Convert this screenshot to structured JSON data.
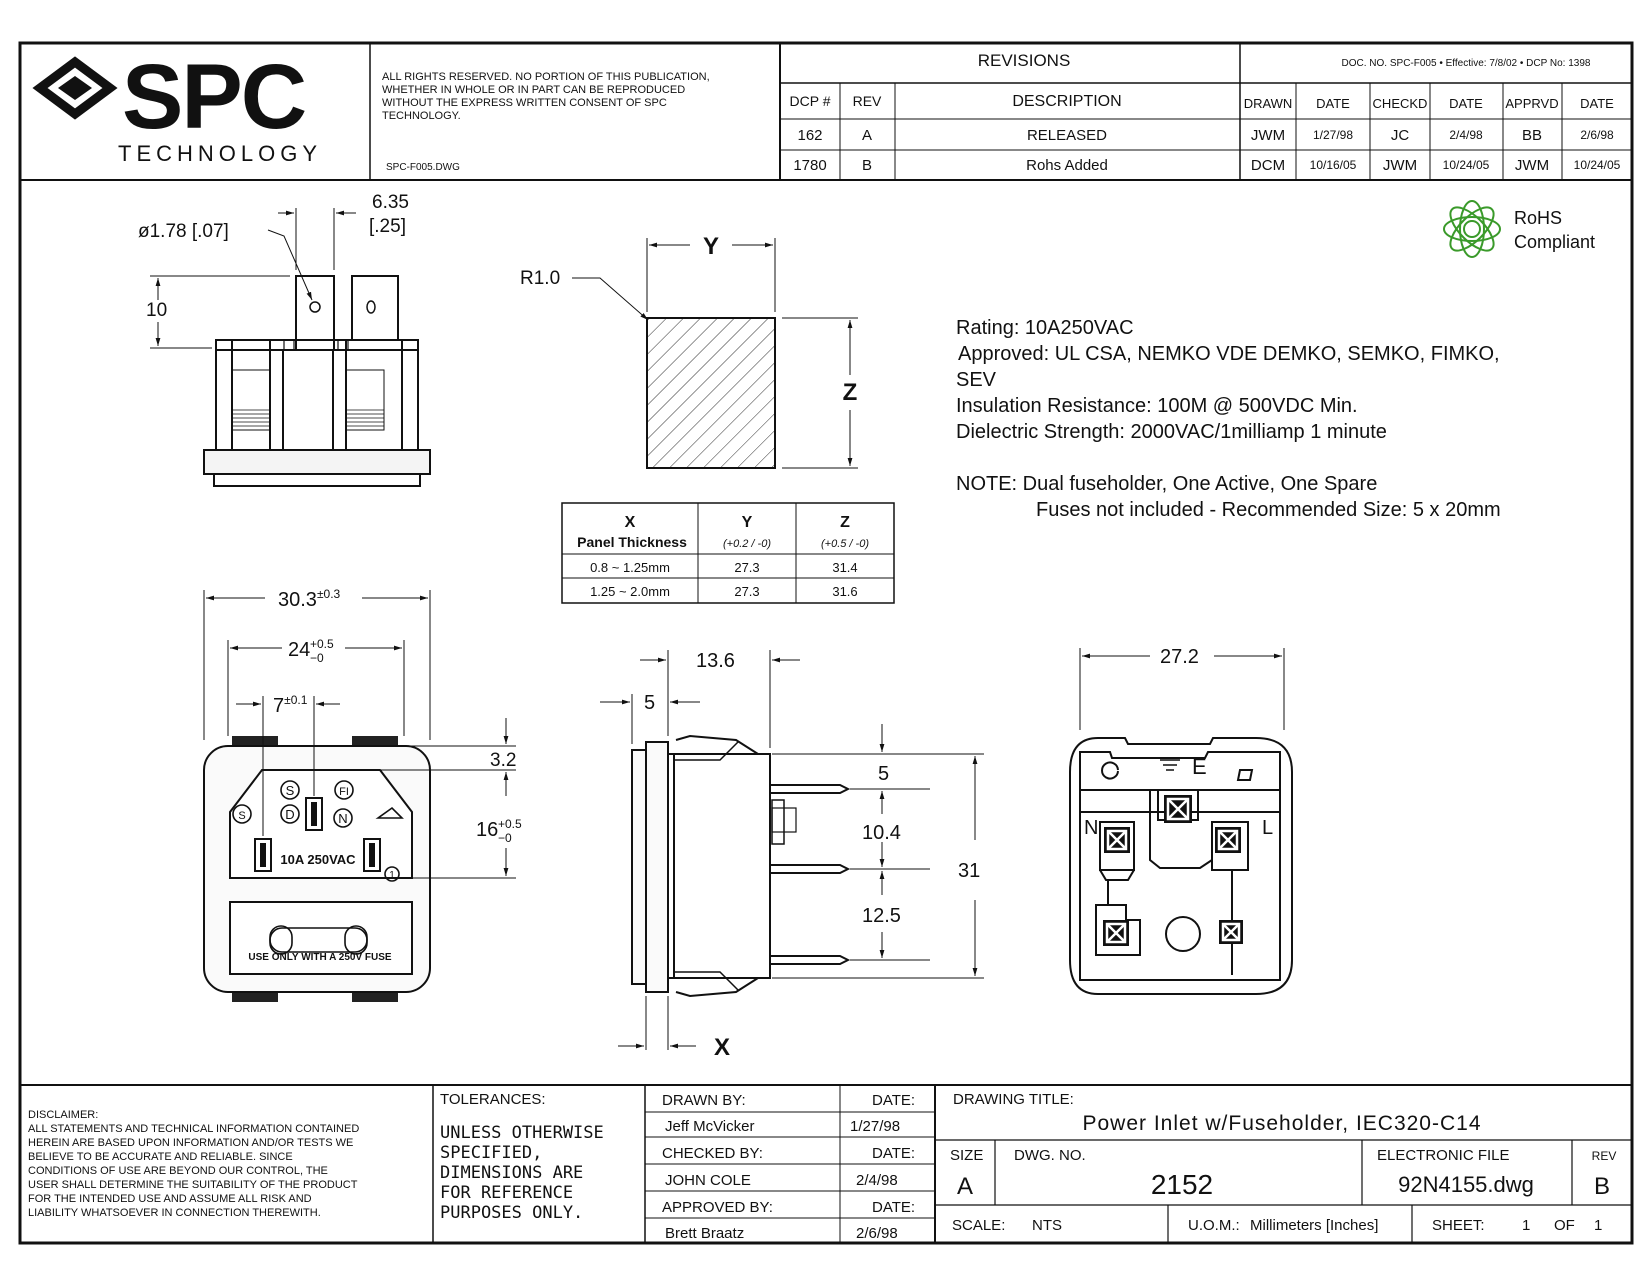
{
  "company": {
    "logo_text": "SPC",
    "logo_sub": "TECHNOLOGY"
  },
  "rights_notice": [
    "ALL RIGHTS RESERVED. NO PORTION OF THIS PUBLICATION,",
    "WHETHER IN WHOLE OR IN PART CAN BE REPRODUCED",
    "WITHOUT THE EXPRESS WRITTEN CONSENT OF SPC",
    "TECHNOLOGY."
  ],
  "source_file": "SPC-F005.DWG",
  "revisions": {
    "title": "REVISIONS",
    "doc_info": "DOC. NO. SPC-F005  •  Effective: 7/8/02  •  DCP No: 1398",
    "headers": [
      "DCP #",
      "REV",
      "DESCRIPTION",
      "DRAWN",
      "DATE",
      "CHECKD",
      "DATE",
      "APPRVD",
      "DATE"
    ],
    "rows": [
      [
        "162",
        "A",
        "RELEASED",
        "JWM",
        "1/27/98",
        "JC",
        "2/4/98",
        "BB",
        "2/6/98"
      ],
      [
        "1780",
        "B",
        "Rohs Added",
        "DCM",
        "10/16/05",
        "JWM",
        "10/24/05",
        "JWM",
        "10/24/05"
      ]
    ]
  },
  "rohs": {
    "line1": "RoHS",
    "line2": "Compliant",
    "color": "#3a9a2a"
  },
  "specs": {
    "lines": [
      "Rating: 10A250VAC",
      "Approved: UL CSA, NEMKO VDE DEMKO, SEMKO, FIMKO,",
      "SEV",
      "Insulation Resistance: 100M @ 500VDC Min.",
      "Dielectric Strength: 2000VAC/1milliamp 1 minute"
    ],
    "note1": "NOTE: Dual fuseholder, One Active, One Spare",
    "note2": "Fuses not included - Recommended Size: 5 x 20mm"
  },
  "cutout_table": {
    "headers": [
      "X",
      "Y",
      "Z"
    ],
    "subheaders": [
      "Panel Thickness",
      "(+0.2 / -0)",
      "(+0.5 / -0)"
    ],
    "rows": [
      [
        "0.8 ~ 1.25mm",
        "27.3",
        "31.4"
      ],
      [
        "1.25 ~ 2.0mm",
        "27.3",
        "31.6"
      ]
    ]
  },
  "dims": {
    "pin_dia": "ø1.78  [.07]",
    "tab_w_a": "6.35",
    "tab_w_b": "[.25]",
    "height10": "10",
    "radius": "R1.0",
    "cut_y": "Y",
    "cut_z": "Z",
    "width_a": "30.3",
    "width_a_tol": "±0.3",
    "width_b": "24",
    "width_b_tol_up": "+0.5",
    "width_b_tol_dn": "−0",
    "pitch": "7",
    "pitch_tol": "±0.1",
    "top_off": "3.2",
    "h16": "16",
    "h16_tol_up": "+0.5",
    "h16_tol_dn": "−0",
    "depth": "13.6",
    "flange": "5",
    "pin5": "5",
    "pin104": "10.4",
    "pin125": "12.5",
    "body31": "31",
    "panel_x": "X",
    "back_w": "27.2"
  },
  "front_labels": {
    "rating": "10A 250VAC",
    "fuse": "USE ONLY WITH A 250V FUSE",
    "s": "S",
    "d": "D",
    "fi": "FI",
    "n": "N",
    "one": "1"
  },
  "rear_labels": {
    "e": "E",
    "n": "N",
    "l": "L"
  },
  "footer": {
    "disclaimer_title": "DISCLAIMER:",
    "disclaimer": [
      "ALL STATEMENTS AND TECHNICAL INFORMATION CONTAINED",
      "HEREIN ARE BASED UPON INFORMATION  AND/OR TESTS WE",
      "BELIEVE TO BE ACCURATE AND RELIABLE.  SINCE",
      "CONDITIONS OF USE ARE  BEYOND OUR CONTROL, THE",
      "USER SHALL DETERMINE THE SUITABILITY OF THE PRODUCT",
      "FOR THE  INTENDED USE AND ASSUME ALL RISK AND",
      "LIABILITY WHATSOEVER IN CONNECTION THEREWITH."
    ],
    "tolerances_title": "TOLERANCES:",
    "tolerances": [
      "UNLESS OTHERWISE",
      "SPECIFIED,",
      "DIMENSIONS ARE",
      "FOR REFERENCE",
      "PURPOSES ONLY."
    ],
    "drawn_by_label": "DRAWN BY:",
    "drawn_by": "Jeff McVicker",
    "drawn_date": "1/27/98",
    "checked_by_label": "CHECKED BY:",
    "checked_by": "JOHN COLE",
    "checked_date": "2/4/98",
    "approved_by_label": "APPROVED BY:",
    "approved_by": "Brett Braatz",
    "approved_date": "2/6/98",
    "date_label": "DATE:",
    "drawing_title_label": "DRAWING TITLE:",
    "drawing_title": "Power Inlet w/Fuseholder, IEC320-C14",
    "size_label": "SIZE",
    "size": "A",
    "dwg_no_label": "DWG. NO.",
    "dwg_no": "2152",
    "efile_label": "ELECTRONIC FILE",
    "efile": "92N4155.dwg",
    "rev_label": "REV",
    "rev": "B",
    "scale_label": "SCALE:",
    "scale": "NTS",
    "uom_label": "U.O.M.:",
    "uom": "Millimeters  [Inches]",
    "sheet_label": "SHEET:",
    "sheet": "1",
    "of_label": "OF",
    "of": "1"
  }
}
